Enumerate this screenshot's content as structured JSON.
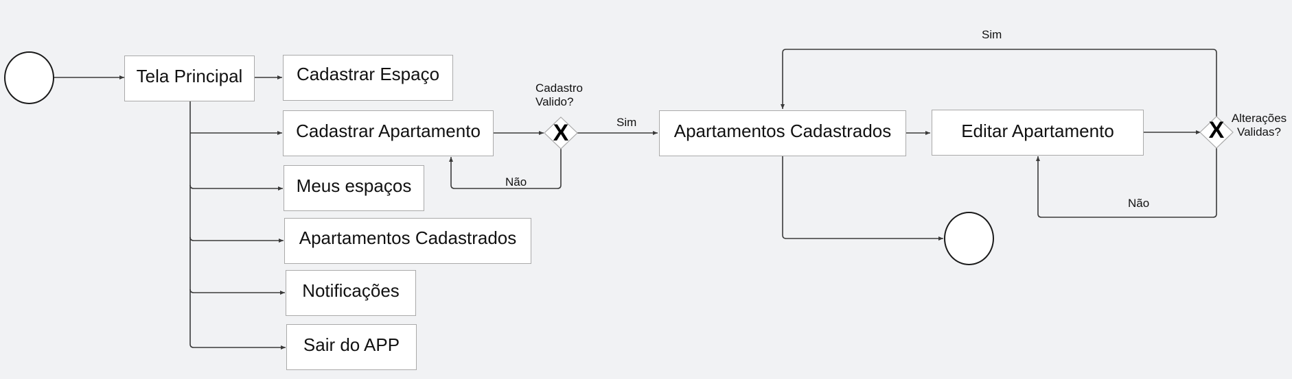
{
  "colors": {
    "background": "#f1f2f4",
    "box_fill": "#ffffff",
    "box_border": "#a9a9a9",
    "line": "#3a3a3a"
  },
  "nodes": {
    "tela_principal": "Tela Principal",
    "cadastrar_espaco": "Cadastrar Espaço",
    "cadastrar_apartamento": "Cadastrar Apartamento",
    "meus_espacos": "Meus espaços",
    "apartamentos_cadastrados_menu": "Apartamentos Cadastrados",
    "notificacoes": "Notificações",
    "sair_app": "Sair do APP",
    "apartamentos_cadastrados": "Apartamentos Cadastrados",
    "editar_apartamento": "Editar Apartamento"
  },
  "gateways": {
    "cadastro_valido": {
      "symbol": "X",
      "label_line1": "Cadastro",
      "label_line2": "Valido?"
    },
    "alteracoes_validas": {
      "symbol": "X",
      "label_line1": "Alterações",
      "label_line2": "Validas?"
    }
  },
  "edge_labels": {
    "cadastro_sim": "Sim",
    "cadastro_nao": "Não",
    "alteracoes_sim": "Sim",
    "alteracoes_nao": "Não"
  }
}
